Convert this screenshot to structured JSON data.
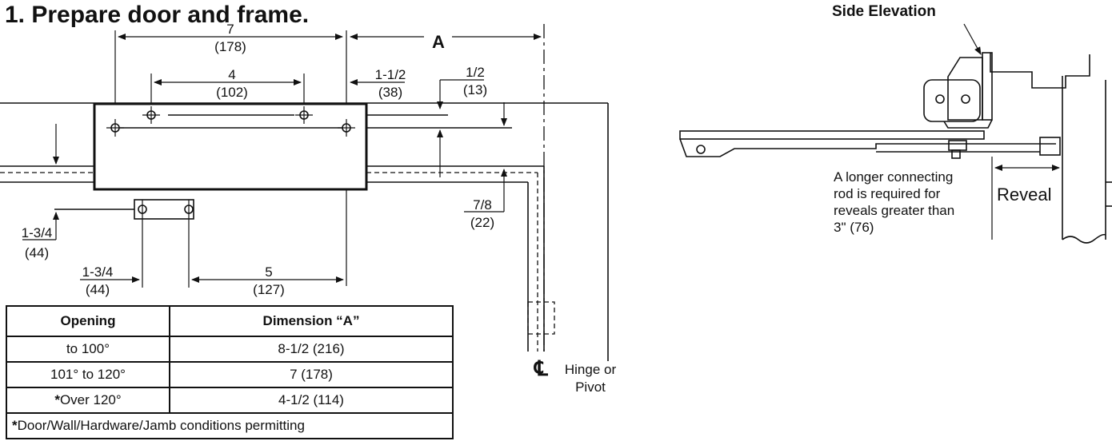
{
  "title": "1. Prepare door and frame.",
  "side_elevation_label": "Side Elevation",
  "dims": {
    "d7": "7",
    "d7mm": "(178)",
    "a": "A",
    "d4": "4",
    "d4mm": "(102)",
    "d112": "1-1/2",
    "d112mm": "(38)",
    "d12": "1/2",
    "d12mm": "(13)",
    "d78": "7/8",
    "d78mm": "(22)",
    "d134a": "1-3/4",
    "d134amm": "(44)",
    "d134b": "1-3/4",
    "d134bmm": "(44)",
    "d5": "5",
    "d5mm": "(127)"
  },
  "centerline": {
    "symbol": "℄",
    "line1": "Hinge or",
    "line2": "Pivot"
  },
  "note": {
    "line1": "A longer connecting",
    "line2": "rod is required for",
    "line3": "reveals greater than",
    "line4": "3\" (76)"
  },
  "reveal_label": "Reveal",
  "table": {
    "headers": [
      "Opening",
      "Dimension “A”"
    ],
    "rows": [
      [
        "to 100°",
        "8-1/2 (216)"
      ],
      [
        "101° to 120°",
        "7 (178)"
      ],
      [
        "Over 120°",
        "4-1/2 (114)"
      ]
    ],
    "row3_star": "*",
    "footnote_star": "*",
    "footnote": "Door/Wall/Hardware/Jamb conditions permitting"
  }
}
